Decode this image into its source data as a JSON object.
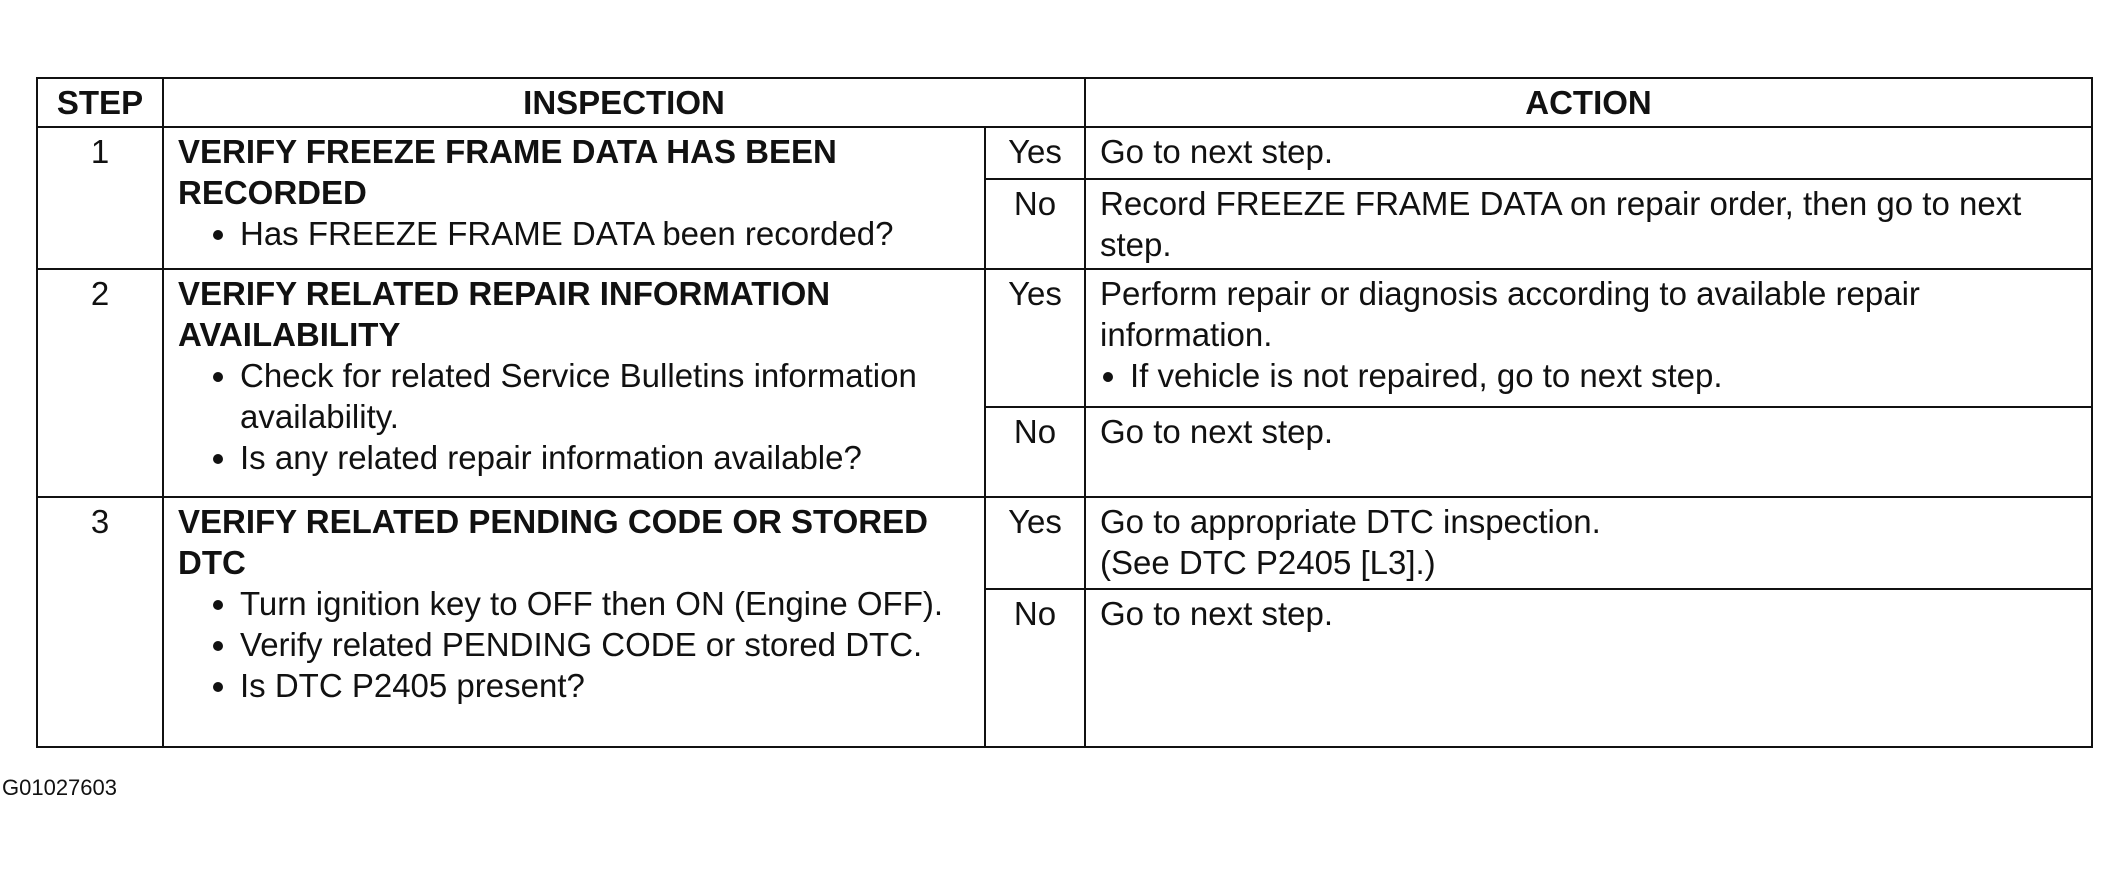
{
  "table": {
    "headers": {
      "step": "STEP",
      "inspection": "INSPECTION",
      "action": "ACTION"
    },
    "steps": [
      {
        "number": "1",
        "title": "VERIFY FREEZE FRAME DATA HAS BEEN RECORDED",
        "bullets": [
          "Has FREEZE FRAME DATA been recorded?"
        ],
        "yes_label": "Yes",
        "yes_action": "Go to next step.",
        "yes_bullets": [],
        "no_label": "No",
        "no_action": "Record FREEZE FRAME DATA on repair order, then go to next step.",
        "no_bullets": []
      },
      {
        "number": "2",
        "title": "VERIFY RELATED REPAIR INFORMATION AVAILABILITY",
        "bullets": [
          "Check for related Service Bulletins information availability.",
          "Is any related repair information available?"
        ],
        "yes_label": "Yes",
        "yes_action": "Perform repair or diagnosis according to available repair information.",
        "yes_bullets": [
          "If vehicle is not repaired, go to next step."
        ],
        "no_label": "No",
        "no_action": "Go to next step.",
        "no_bullets": []
      },
      {
        "number": "3",
        "title": "VERIFY RELATED PENDING CODE OR STORED DTC",
        "bullets": [
          "Turn ignition key to OFF then ON (Engine OFF).",
          "Verify related PENDING CODE or stored DTC.",
          "Is DTC P2405 present?"
        ],
        "yes_label": "Yes",
        "yes_action_lines": [
          "Go to appropriate DTC inspection.",
          "(See DTC P2405 [L3].)"
        ],
        "yes_bullets": [],
        "no_label": "No",
        "no_action": "Go to next step.",
        "no_bullets": []
      }
    ]
  },
  "figure_id": "G01027603"
}
